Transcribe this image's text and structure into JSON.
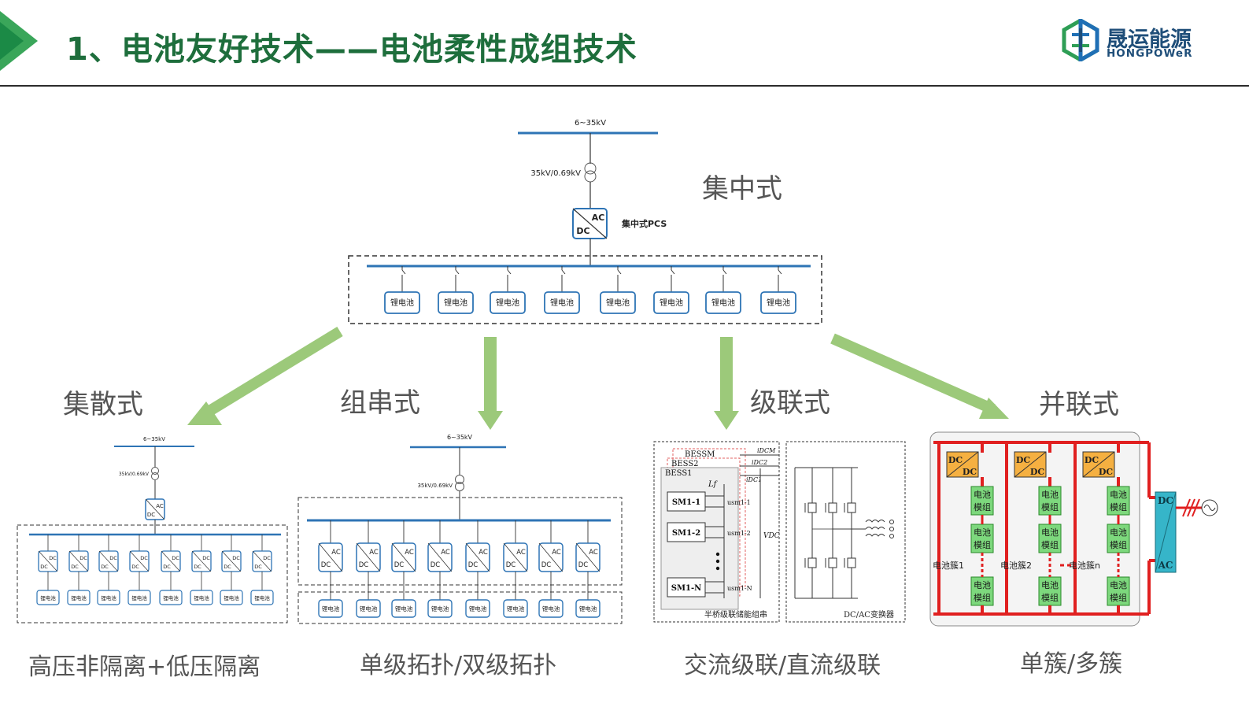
{
  "header": {
    "title": "1、电池友好技术——电池柔性成组技术",
    "logo_cn": "晟运能源",
    "logo_en": "HONGPOWeR"
  },
  "colors": {
    "title_green": "#1e6e3c",
    "arrow_green": "#9cc97a",
    "bus_blue": "#2e74b5",
    "logo_blue": "#1f4e79",
    "cluster_red": "#e02020",
    "dcdc_orange": "#f5b041",
    "module_green": "#7dd87d",
    "pcs_teal": "#36b5c9"
  },
  "center": {
    "grid": "6~35kV",
    "transformer": "35kV/0.69kV",
    "pcs_ac": "AC",
    "pcs_dc": "DC",
    "pcs_label": "集中式PCS",
    "mode_label": "集中式",
    "battery_label": "锂电池",
    "battery_count": 8
  },
  "sections": [
    {
      "label": "集散式",
      "caption": "高压非隔离+低压隔离"
    },
    {
      "label": "组串式",
      "caption": "单级拓扑/双级拓扑"
    },
    {
      "label": "级联式",
      "caption": "交流级联/直流级联"
    },
    {
      "label": "并联式",
      "caption": "单簇/多簇"
    }
  ],
  "d1": {
    "grid": "6~35kV",
    "transformer": "35kV/0.69kV",
    "ac": "AC",
    "dc": "DC",
    "battery_label": "锂电池"
  },
  "d2": {
    "grid": "6~35kV",
    "transformer": "35kV/0.69kV",
    "ac": "AC",
    "dc": "DC",
    "battery_label": "锂电池"
  },
  "d3": {
    "bess_m": "BESSM",
    "bess_2": "BESS2",
    "bess_1": "BESS1",
    "lf": "Lf",
    "sm1": "SM1-1",
    "sm2": "SM1-2",
    "smn": "SM1-N",
    "idcm": "iDCM",
    "idc2": "iDC2",
    "idc1": "iDC1",
    "usm1": "usm1-1",
    "usm2": "usm1-2",
    "usmn": "usm1-N",
    "vdc": "VDC",
    "chain_label": "半桥级联储能组串",
    "converter_label": "DC/AC变换器"
  },
  "d4": {
    "dc": "DC",
    "ac": "AC",
    "module_line1": "电池",
    "module_line2": "模组",
    "cluster1": "电池簇1",
    "cluster2": "电池簇2",
    "clustern": "电池簇n"
  }
}
